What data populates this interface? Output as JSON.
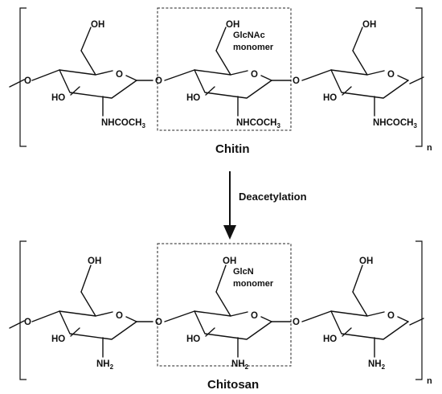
{
  "chitin": {
    "title": "Chitin",
    "monomer_line1": "GlcNAc",
    "monomer_line2": "monomer",
    "repeat_n": "n",
    "hydroxymethyl": "OH",
    "hydroxyl": "HO",
    "substituent_main": "NHCOCH",
    "substituent_sub": "3",
    "linkage_oxygen": "O",
    "ring_oxygen": "O"
  },
  "chitosan": {
    "title": "Chitosan",
    "monomer_line1": "GlcN",
    "monomer_line2": "monomer",
    "repeat_n": "n",
    "hydroxymethyl": "OH",
    "hydroxyl": "HO",
    "substituent_main": "NH",
    "substituent_sub": "2",
    "linkage_oxygen": "O",
    "ring_oxygen": "O"
  },
  "reaction": {
    "label": "Deacetylation"
  }
}
